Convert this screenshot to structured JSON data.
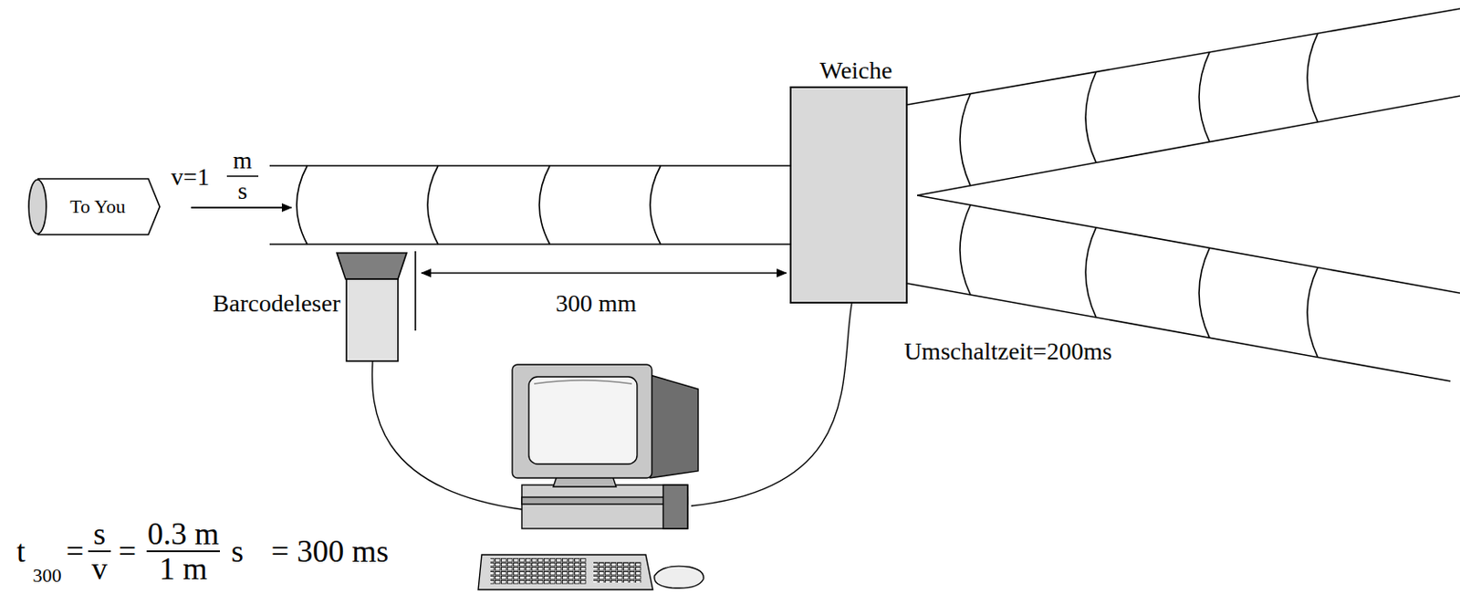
{
  "diagram": {
    "nodes": [
      {
        "text": [
          "To You"
        ]
      },
      {
        "text": [
          "Barcodeleser"
        ]
      },
      {
        "text": [
          "Weiche"
        ]
      }
    ],
    "labels": [
      "v=1",
      "m",
      "s",
      "300 mm",
      "Umschaltzeit=200ms",
      "t",
      "300",
      "=",
      "s",
      "v",
      "=",
      "0.3 m",
      "1 m",
      "s",
      "= 300 ms"
    ]
  }
}
